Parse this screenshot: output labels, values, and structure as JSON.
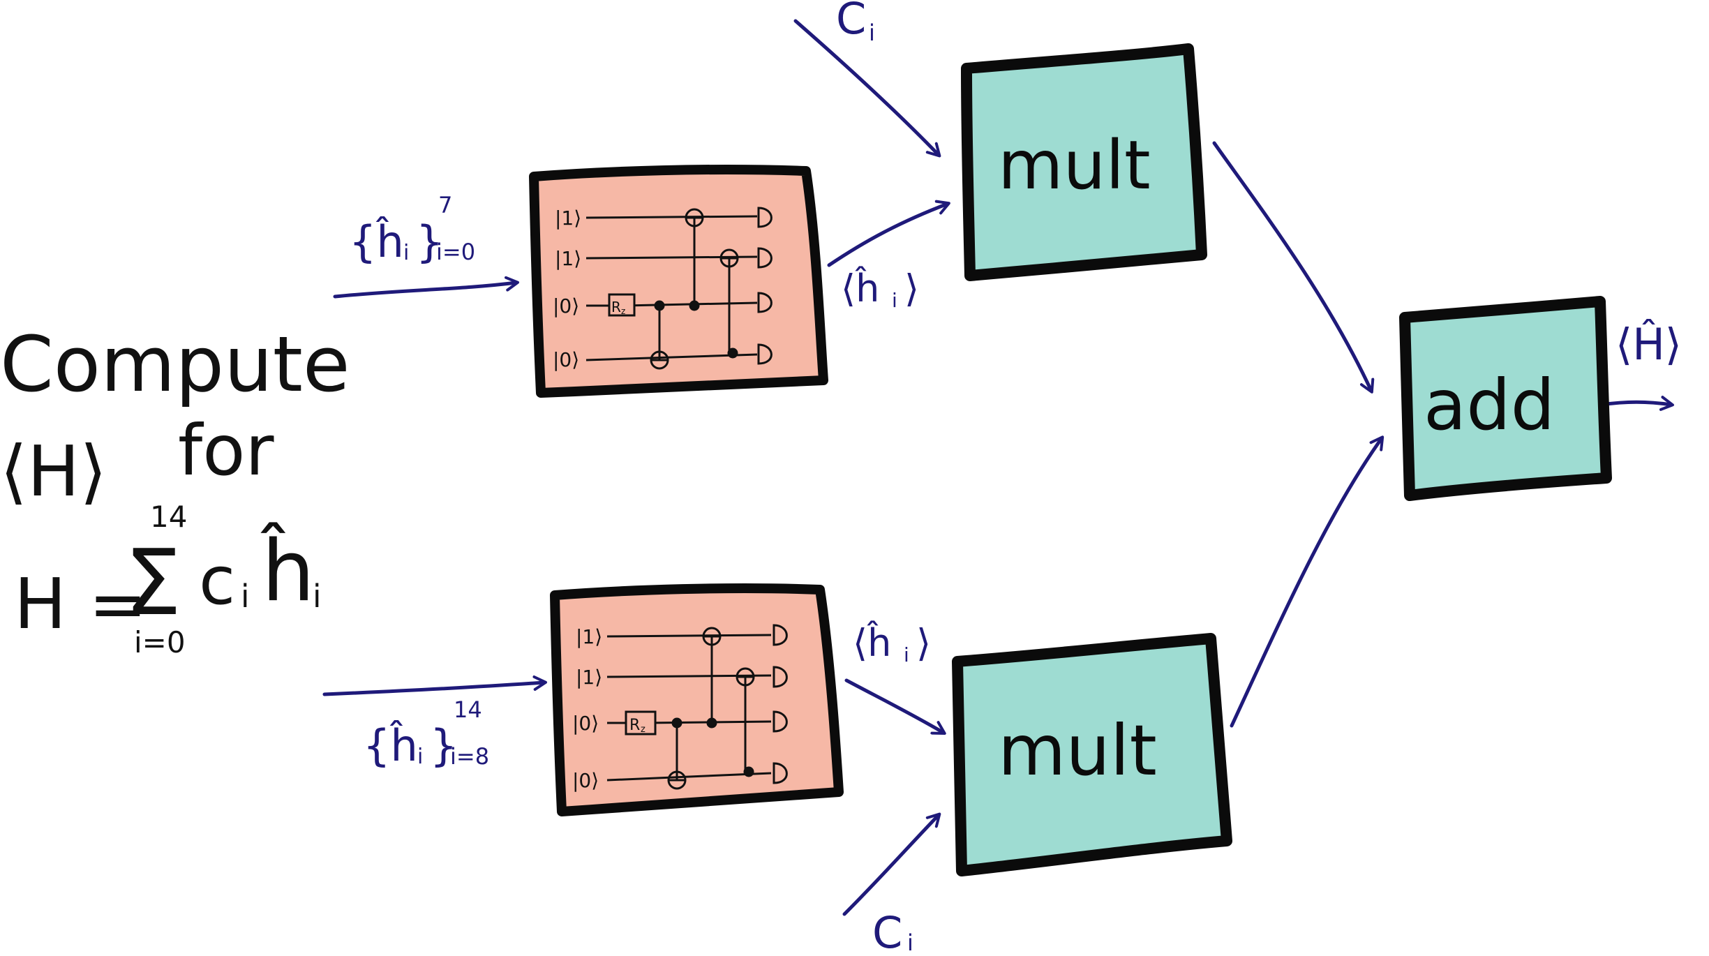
{
  "title": {
    "line1": "Compute",
    "line2a": "⟨H⟩",
    "line2b": "for",
    "eq_lhs": "H =",
    "sum_symbol": "Σ",
    "sum_upper": "14",
    "sum_lower": "i=0",
    "sum_term_c": "c",
    "sum_term_h": "ĥ",
    "sub_i": "i"
  },
  "inputs": {
    "top": {
      "brace": "{ĥ",
      "sub": "i",
      "close": "}",
      "upper": "7",
      "lower": "i=0"
    },
    "bottom": {
      "brace": "{ĥ",
      "sub": "i",
      "close": "}",
      "upper": "14",
      "lower": "i=8"
    }
  },
  "coefficients": {
    "top": {
      "c": "C",
      "sub": "i"
    },
    "bottom": {
      "c": "C",
      "sub": "i"
    }
  },
  "expectations": {
    "top": {
      "text": "⟨ĥ",
      "sub": "i",
      "close": "⟩"
    },
    "bottom": {
      "text": "⟨ĥ",
      "sub": "i",
      "close": "⟩"
    },
    "output": "⟨Ĥ⟩"
  },
  "boxes": {
    "mult_top": "mult",
    "mult_bottom": "mult",
    "add": "add"
  },
  "circuit": {
    "qubits": [
      "|1⟩",
      "|1⟩",
      "|0⟩",
      "|0⟩"
    ],
    "gate": "R",
    "gate_sub": "z",
    "measure": "D"
  },
  "colors": {
    "ink": "#111111",
    "arrow": "#1f1a7a",
    "circuit_fill": "#f6b8a6",
    "box_fill": "#9edcd2"
  }
}
